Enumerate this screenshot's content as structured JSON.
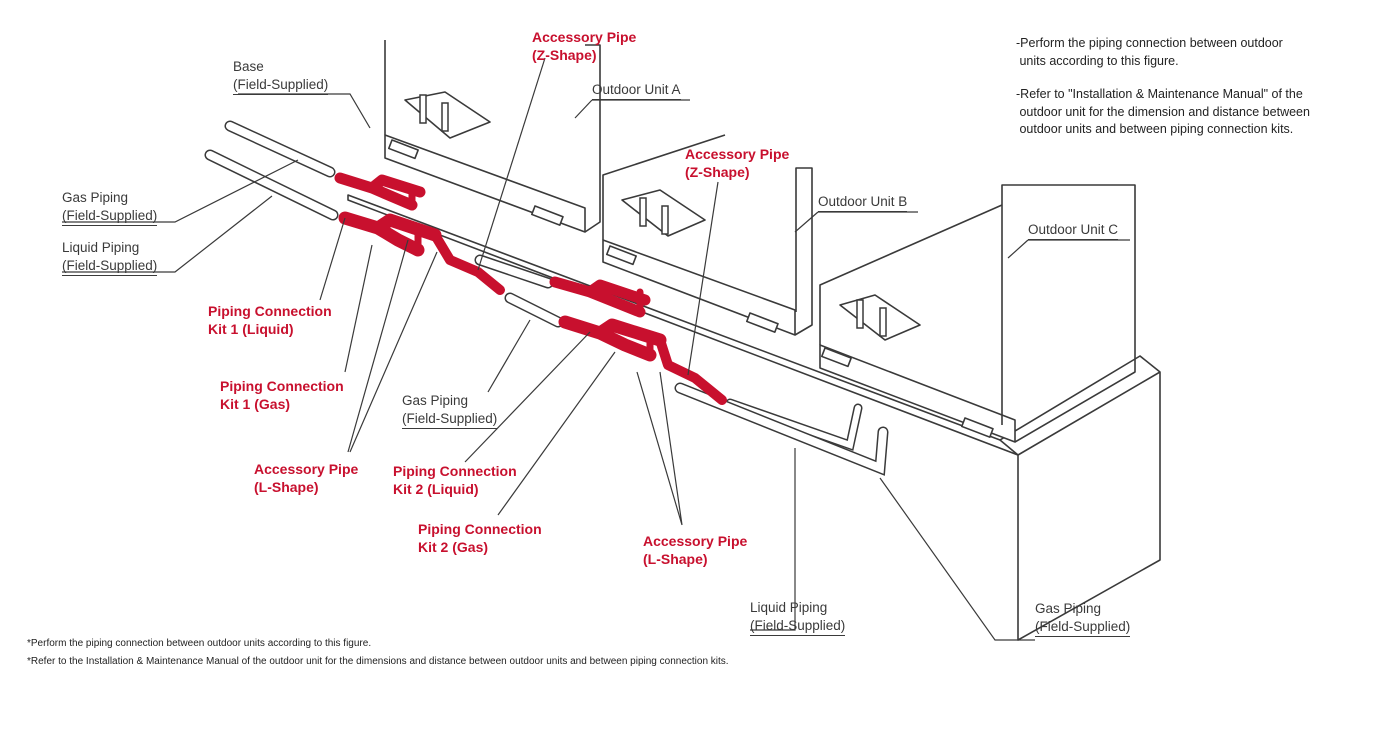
{
  "labels": {
    "base": [
      "Base",
      "(Field-Supplied)"
    ],
    "outdoor_unit_a": "Outdoor Unit A",
    "outdoor_unit_b": "Outdoor Unit B",
    "outdoor_unit_c": "Outdoor Unit C",
    "gas_piping_left": [
      "Gas Piping",
      "(Field-Supplied)"
    ],
    "liquid_piping_left": [
      "Liquid Piping",
      "(Field-Supplied)"
    ],
    "gas_piping_mid": [
      "Gas Piping",
      "(Field-Supplied)"
    ],
    "liquid_piping_right": [
      "Liquid Piping",
      "(Field-Supplied)"
    ],
    "gas_piping_right": [
      "Gas Piping",
      "(Field-Supplied)"
    ],
    "accessory_pipe_z_1": [
      "Accessory Pipe",
      "(Z-Shape)"
    ],
    "accessory_pipe_z_2": [
      "Accessory Pipe",
      "(Z-Shape)"
    ],
    "kit1_liquid": [
      "Piping Connection",
      "Kit 1 (Liquid)"
    ],
    "kit1_gas": [
      "Piping Connection",
      "Kit 1 (Gas)"
    ],
    "accessory_pipe_l_1": [
      "Accessory Pipe",
      "(L-Shape)"
    ],
    "kit2_liquid": [
      "Piping Connection",
      "Kit 2 (Liquid)"
    ],
    "kit2_gas": [
      "Piping Connection",
      "Kit 2 (Gas)"
    ],
    "accessory_pipe_l_2": [
      "Accessory Pipe",
      "(L-Shape)"
    ]
  },
  "notes": [
    [
      "-Perform the piping connection between outdoor",
      " units according to this figure."
    ],
    [
      "-Refer to \"Installation & Maintenance Manual\" of the",
      " outdoor unit for the dimension and distance between",
      " outdoor units and between piping connection kits."
    ]
  ],
  "footnotes": [
    "*Perform the piping connection between outdoor units according to this figure.",
    "*Refer to the Installation & Maintenance Manual of the outdoor unit for the dimensions and distance between outdoor units and between piping connection kits."
  ],
  "colors": {
    "accent_red": "#c8102e",
    "line": "#3a3a3a"
  }
}
